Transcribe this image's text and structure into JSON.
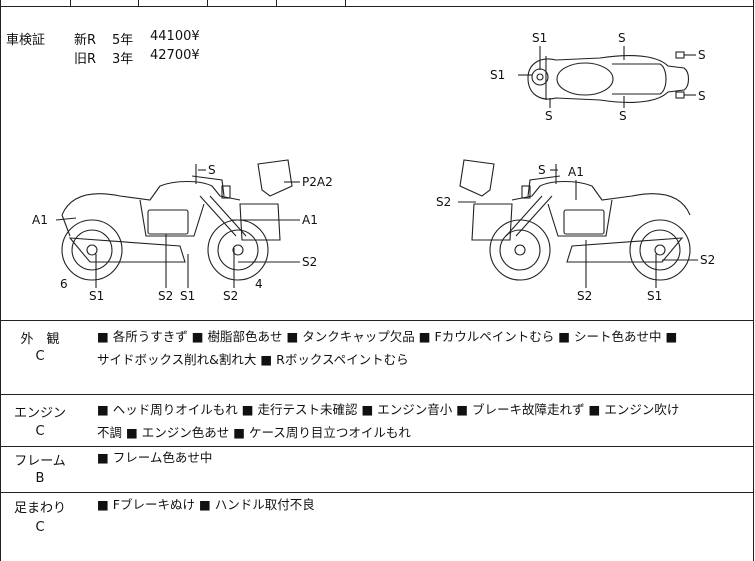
{
  "shaken": {
    "label": "車検証",
    "new_label": "新R",
    "new_years": "5年",
    "new_price": "44100¥",
    "old_label": "旧R",
    "old_years": "3年",
    "old_price": "42700¥"
  },
  "diagram_labels": {
    "top_view": [
      "S1",
      "S1",
      "S",
      "S",
      "S",
      "S",
      "S"
    ],
    "left_view": [
      "S",
      "P2A2",
      "A1",
      "A1",
      "6",
      "S1",
      "S2",
      "S1",
      "S2",
      "4",
      "S2"
    ],
    "right_view": [
      "S",
      "A1",
      "S2",
      "S2",
      "S1",
      "S2"
    ]
  },
  "sections": [
    {
      "title": "外　観",
      "grade": "C",
      "line1": "■ 各所うすきず ■ 樹脂部色あせ ■ タンクキャップ欠品 ■ Fカウルペイントむら ■ シート色あせ中 ■",
      "line2": "サイドボックス削れ&割れ大 ■ Rボックスペイントむら"
    },
    {
      "title": "エンジン",
      "grade": "C",
      "line1": "■ ヘッド周りオイルもれ ■ 走行テスト未確認 ■ エンジン音小 ■ ブレーキ故障走れず ■ エンジン吹け",
      "line2": "不調 ■ エンジン色あせ ■ ケース周り目立つオイルもれ"
    },
    {
      "title": "フレーム",
      "grade": "B",
      "line1": "■ フレーム色あせ中",
      "line2": ""
    },
    {
      "title": "足まわり",
      "grade": "C",
      "line1": "■ Fブレーキぬけ ■ ハンドル取付不良",
      "line2": ""
    }
  ]
}
